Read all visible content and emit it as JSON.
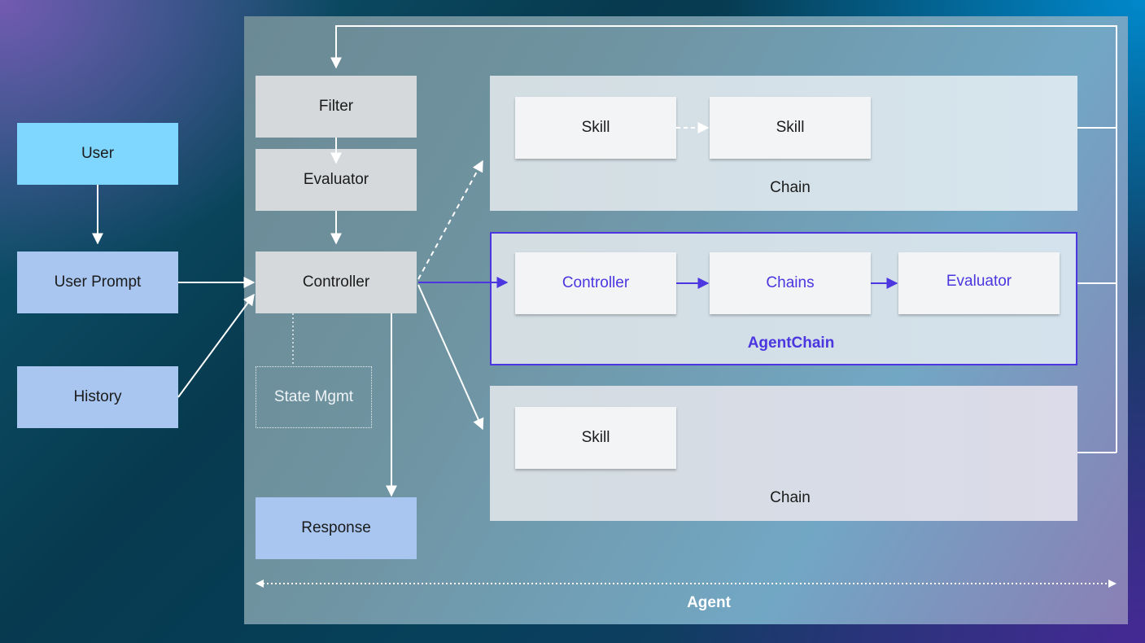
{
  "nodes": {
    "user": "User",
    "user_prompt": "User Prompt",
    "history": "History",
    "filter": "Filter",
    "evaluator": "Evaluator",
    "controller": "Controller",
    "state_mgmt": "State Mgmt",
    "response": "Response"
  },
  "chain_top": {
    "skill_1": "Skill",
    "skill_2": "Skill",
    "label": "Chain"
  },
  "agent_chain": {
    "controller": "Controller",
    "chains": "Chains",
    "evaluator": "Evaluator",
    "label": "AgentChain"
  },
  "chain_bottom": {
    "skill": "Skill",
    "label": "Chain"
  },
  "agent_label": "Agent",
  "colors": {
    "accent_purple": "#4b36e0",
    "user_box": "#7fd6ff",
    "light_box": "#a8c6f0",
    "gray_box": "#d5d9db"
  }
}
